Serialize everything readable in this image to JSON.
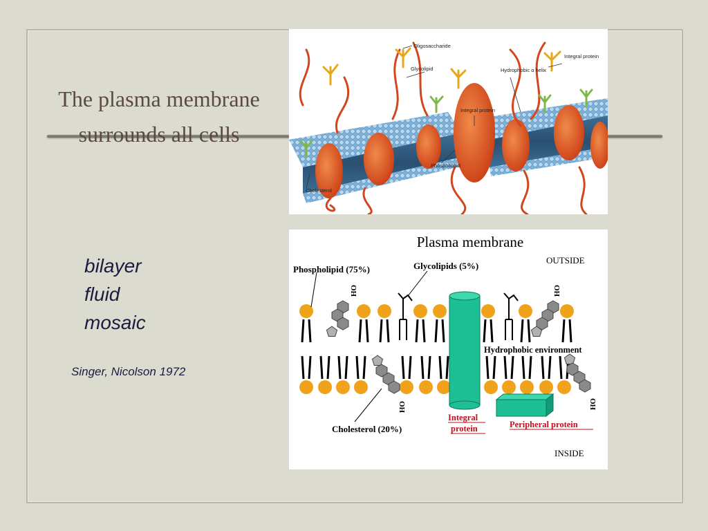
{
  "slide": {
    "title": "The plasma membrane surrounds all cells",
    "bullets": [
      "bilayer",
      "fluid",
      "mosaic"
    ],
    "citation": "Singer, Nicolson 1972"
  },
  "top_figure": {
    "labels": {
      "oligosaccharide": "Oligosaccharide",
      "glycolipid": "Glycolipid",
      "hydrophobic_alpha_helix": "Hydrophobic α helix",
      "integral_protein_right": "Integral protein",
      "integral_protein_center": "Integral protein",
      "phospholipid": "Phospholipid",
      "cholesterol": "Cholesterol"
    }
  },
  "bottom_figure": {
    "title": "Plasma membrane",
    "outside": "OUTSIDE",
    "inside": "INSIDE",
    "phospholipid": "Phospholipid (75%)",
    "glycolipids": "Glycolipids (5%)",
    "hydrophobic_environment": "Hydrophobic environment",
    "cholesterol": "Cholesterol (20%)",
    "integral_protein": "Integral protein",
    "peripheral_protein": "Peripheral protein",
    "oh_label": "OH"
  },
  "colors": {
    "background": "#dcdbcf",
    "title": "#5b4a3e",
    "body_text": "#1e1a3e",
    "head_orange": "#f1a21b",
    "protein_green": "#1fbf95",
    "label_red": "#c0101b"
  }
}
